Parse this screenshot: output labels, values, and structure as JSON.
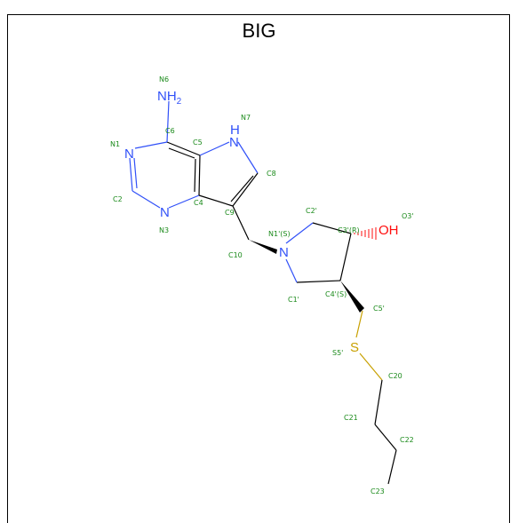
{
  "title": "BIG",
  "colors": {
    "bond": "#000000",
    "nitrogen": "#3050f8",
    "oxygen": "#ff0d0d",
    "sulfur": "#c8a000",
    "label": "#1a8a1a"
  },
  "atoms": {
    "nh2": {
      "main": "NH",
      "sub": "2"
    },
    "n1": "N",
    "n3": "N",
    "n7": "H",
    "n7_n": "N",
    "n1p": "N",
    "oh": "OH",
    "s": "S"
  },
  "labels": {
    "N6": "N6",
    "C6": "C6",
    "N1": "N1",
    "C5": "C5",
    "N7": "N7",
    "C8": "C8",
    "C2": "C2",
    "C4": "C4",
    "C9": "C9",
    "N3": "N3",
    "C10": "C10",
    "C2p": "C2'",
    "O3p": "O3'",
    "N1p": "N1'(S)",
    "C3p": "C3'(R)",
    "C1p": "C1'",
    "C4p": "C4'(S)",
    "C5p": "C5'",
    "S5p": "S5'",
    "C20": "C20",
    "C21": "C21",
    "C22": "C22",
    "C23": "C23"
  }
}
